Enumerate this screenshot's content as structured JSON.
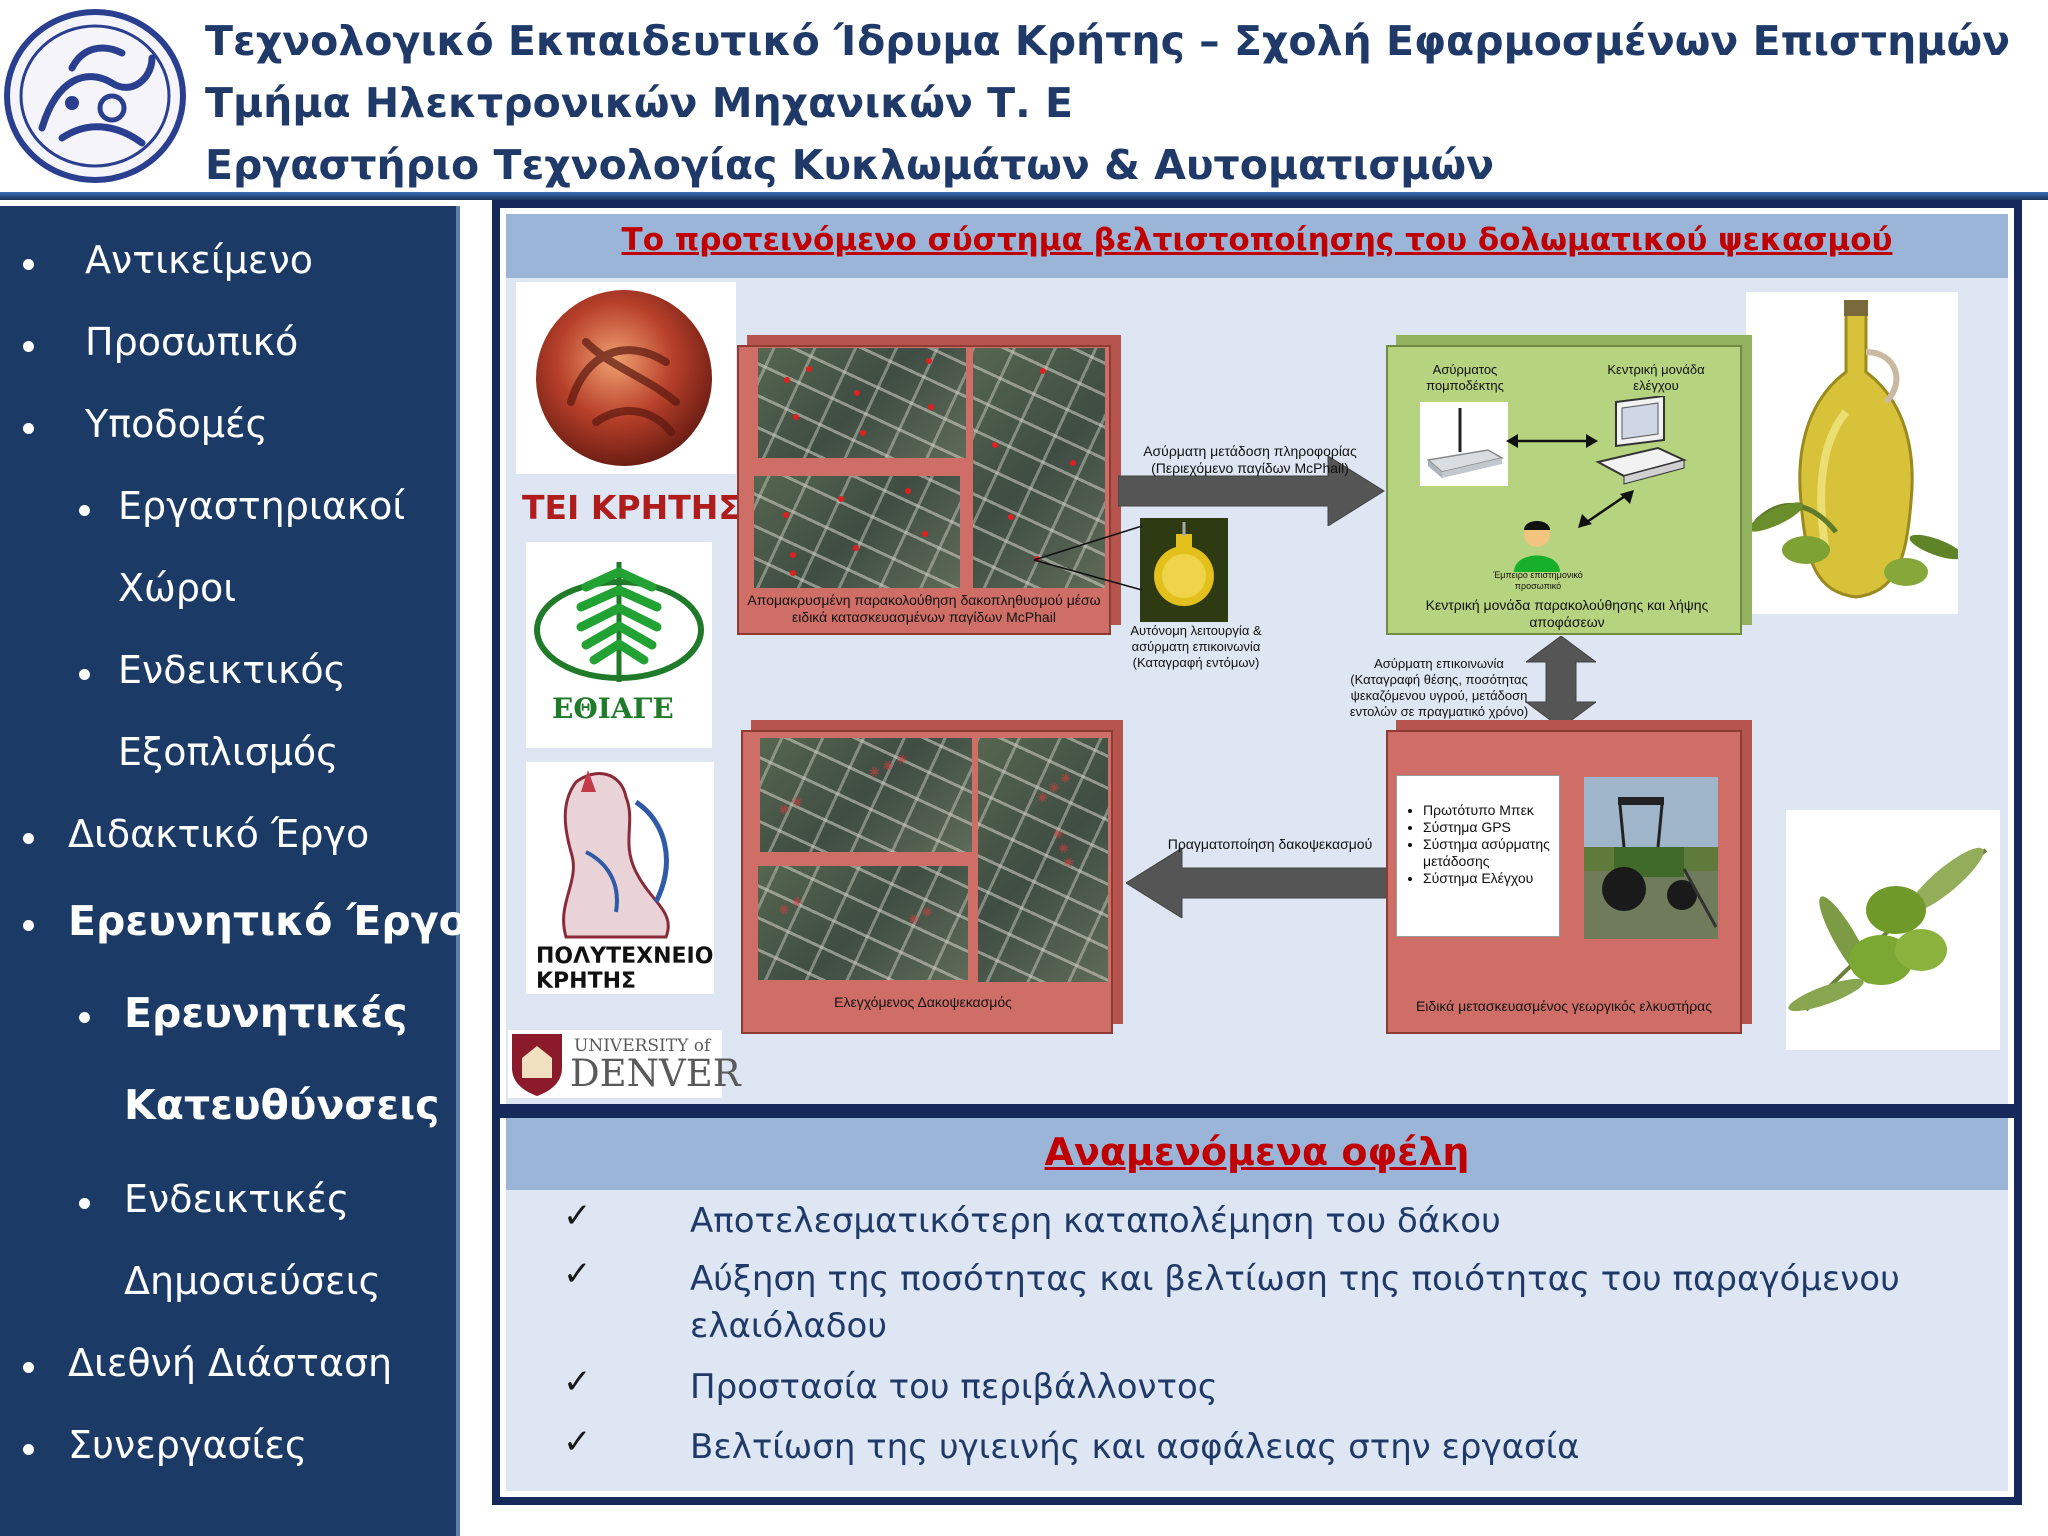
{
  "header": {
    "line1": "Τεχνολογικό Εκπαιδευτικό Ίδρυμα Κρήτης – Σχολή Εφαρμοσμένων Επιστημών",
    "line2": "Τμήμα Ηλεκτρονικών Μηχανικών Τ. Ε",
    "line3": "Εργαστήριο Τεχνολογίας Κυκλωμάτων & Αυτοματισμών"
  },
  "sidebar": {
    "items": [
      {
        "label": "Αντικείμενο"
      },
      {
        "label": "Προσωπικό"
      },
      {
        "label": "Υποδομές"
      },
      {
        "label_a": "Εργαστηριακοί",
        "label_b": "Χώροι"
      },
      {
        "label_a": "Ενδεικτικός",
        "label_b": "Εξοπλισμός"
      },
      {
        "label": "Διδακτικό Έργο"
      },
      {
        "label": "Ερευνητικό Έργο"
      },
      {
        "label_a": "Ερευνητικές",
        "label_b": "Κατευθύνσεις"
      },
      {
        "label_a": "Ενδεικτικές",
        "label_b": "Δημοσιεύσεις"
      },
      {
        "label": "Διεθνή Διάσταση"
      },
      {
        "label": "Συνεργασίες"
      }
    ]
  },
  "upper": {
    "title": "Το προτεινόμενο σύστημα βελτιστοποίησης του δολωματικού ψεκασμού"
  },
  "logos": {
    "tei": "ΤΕΙ  ΚΡΗΤΗΣ",
    "ethiage": "ΕΘΙΑΓΕ",
    "poly_line1": "ΠΟΛΥΤΕΧΝΕΙΟ",
    "poly_line2": "ΚΡΗΤΗΣ",
    "denver_small": "UNIVERSITY of",
    "denver_big": "DENVER"
  },
  "diagram": {
    "monitoring_caption": "Απομακρυσμένη παρακολούθηση δακοπληθυσμού μέσω ειδικά κατασκευασμένων παγίδων McPhail",
    "wireless_info": "Ασύρματη μετάδοση πληροφορίας (Περιεχόμενο παγίδων McPhail)",
    "trap_caption": "Αυτόνομη λειτουργία & ασύρματη επικοινωνία (Καταγραφή εντόμων)",
    "transceiver": "Ασύρματος πομποδέκτης",
    "central_unit": "Κεντρική μονάδα ελέγχου",
    "expert": "Έμπειρο επιστημονικό προσωπικό",
    "central_caption": "Κεντρική μονάδα παρακολούθησης και λήψης αποφάσεων",
    "wireless_comm": "Ασύρματη επικοινωνία (Καταγραφή θέσης, ποσότητας ψεκαζόμενου υγρού, μετάδοση εντολών σε πραγματικό χρόνο)",
    "spraying_action": "Πραγματοποίηση δακοψεκασμού",
    "tractor_list": [
      "Πρωτότυπο Μπεκ",
      "Σύστημα GPS",
      "Σύστημα ασύρματης μετάδοσης",
      "Σύστημα Ελέγχου"
    ],
    "controlled_caption": "Ελεγχόμενος Δακοψεκασμός",
    "tractor_caption": "Ειδικά μετασκευασμένος γεωργικός ελκυστήρας",
    "colors": {
      "red_box": "#cf6e66",
      "green_box": "#b6d480",
      "arrow": "#555555"
    }
  },
  "lower": {
    "title": "Αναμενόμενα οφέλη",
    "check": "✓",
    "benefits": [
      "Αποτελεσματικότερη καταπολέμηση του δάκου",
      "Αύξηση της ποσότητας και βελτίωση της ποιότητας του παραγόμενου ελαιόλαδου",
      "Προστασία του περιβάλλοντος",
      "Βελτίωση της υγιεινής και ασφάλειας στην εργασία"
    ]
  },
  "colors": {
    "header_text": "#1f3a68",
    "sidebar_bg": "#1b3a66",
    "frame": "#15295a",
    "accent_red": "#c00000",
    "panel_bg": "#dde6f2",
    "title_bar": "#9bb5d8"
  }
}
